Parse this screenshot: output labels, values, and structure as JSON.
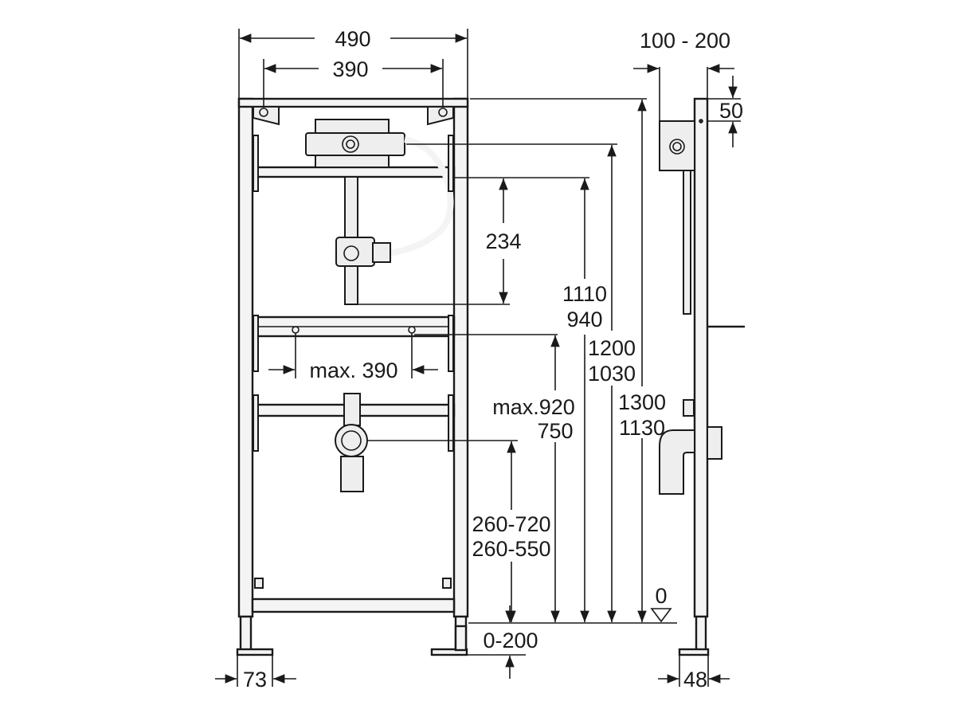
{
  "front_view": {
    "width_outer": "490",
    "width_inner": "390",
    "height_234": "234",
    "max_390": "max. 390",
    "h_1110": "1110",
    "h_940": "940",
    "h_1200": "1200",
    "h_1030": "1030",
    "h_1300": "1300",
    "h_1130": "1130",
    "h_max920": "max.920",
    "h_750": "750",
    "range_720": "260-720",
    "range_550": "260-550",
    "foot_adjust": "0-200",
    "foot_width": "73"
  },
  "side_view": {
    "depth_range": "100 - 200",
    "top_offset": "50",
    "zero_level": "0",
    "foot_depth": "48"
  },
  "colors": {
    "line": "#1a1a1a",
    "frame_fill": "#f4f4f4",
    "background": "#ffffff"
  }
}
